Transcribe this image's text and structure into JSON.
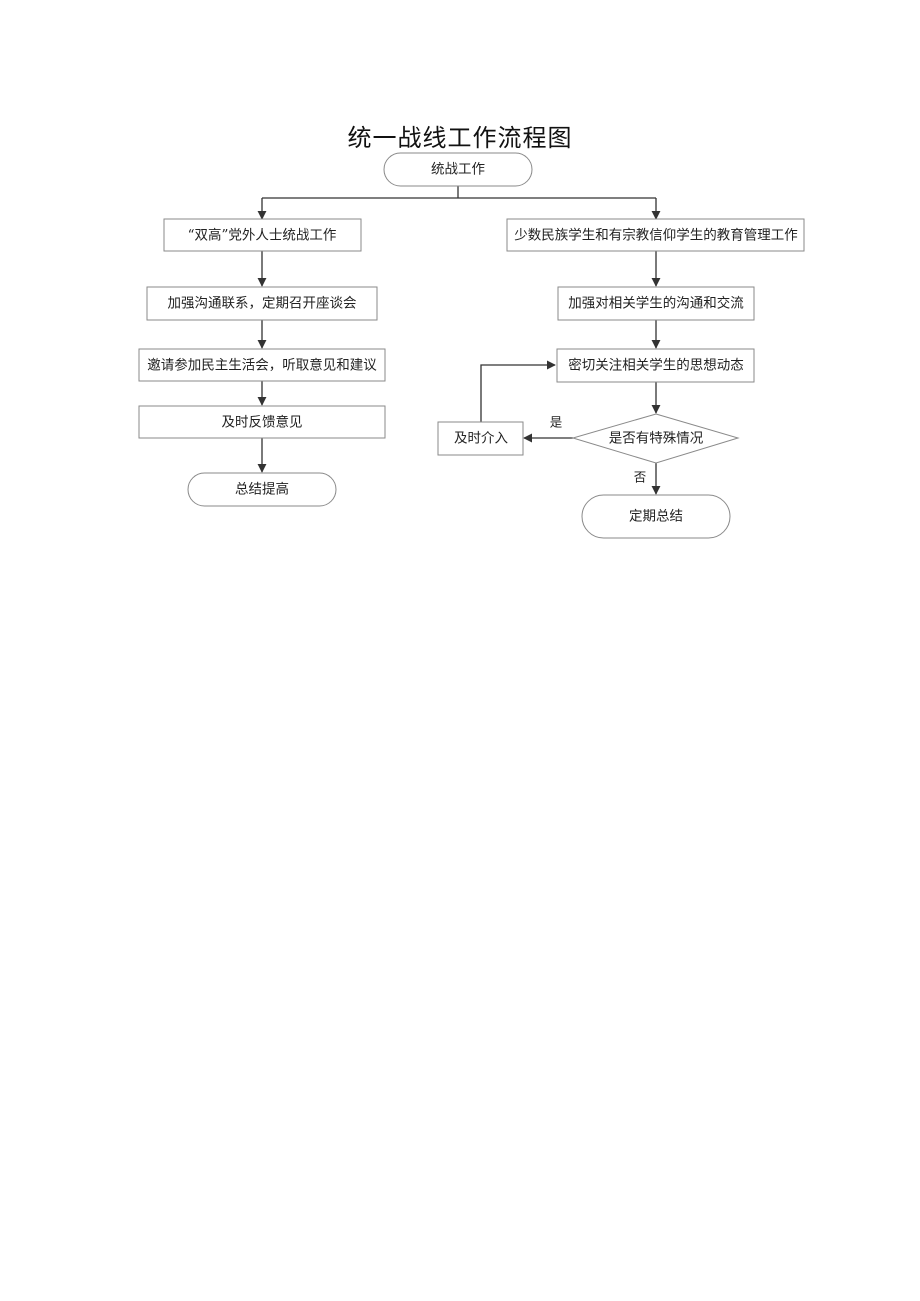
{
  "title": "统一战线工作流程图",
  "nodes": {
    "start": "统战工作",
    "left_1": "“双高”党外人士统战工作",
    "left_2": "加强沟通联系，定期召开座谈会",
    "left_3": "邀请参加民主生活会，听取意见和建议",
    "left_4": "及时反馈意见",
    "left_end": "总结提高",
    "right_1": "少数民族学生和有宗教信仰学生的教育管理工作",
    "right_2": "加强对相关学生的沟通和交流",
    "right_3": "密切关注相关学生的思想动态",
    "decision": "是否有特殊情况",
    "intervene": "及时介入",
    "right_end": "定期总结"
  },
  "edge_labels": {
    "yes": "是",
    "no": "否"
  }
}
